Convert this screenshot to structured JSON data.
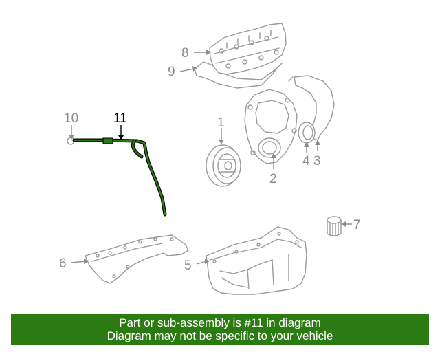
{
  "diagram": {
    "callouts": [
      "1",
      "2",
      "3",
      "4",
      "5",
      "6",
      "7",
      "8",
      "9",
      "10",
      "11"
    ],
    "highlighted_callout": "11",
    "highlight_color": "#2c7a12",
    "label_color": "#8c8c8c",
    "part_line_color": "#9a9a9a"
  },
  "banner": {
    "line1": "Part or sub-assembly is #11 in diagram",
    "line2": "Diagram may not be specific to your vehicle",
    "background": "#2c7a12",
    "text_color": "#ffffff"
  }
}
